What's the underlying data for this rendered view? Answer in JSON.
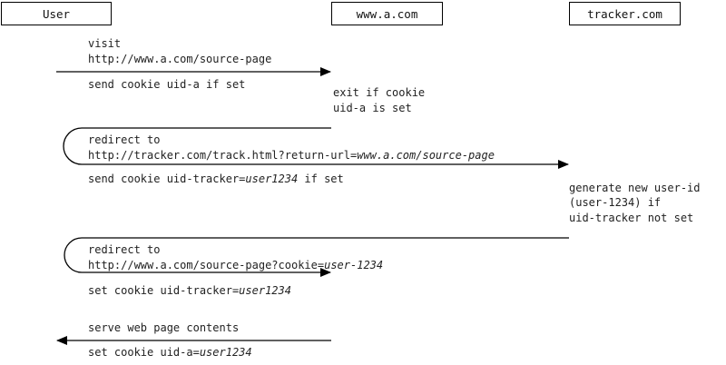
{
  "participants": {
    "user": "User",
    "site": "www.a.com",
    "tracker": "tracker.com"
  },
  "messages": [
    {
      "lines": [
        "visit",
        "http://www.a.com/source-page"
      ],
      "note": "send cookie uid-a if set"
    },
    {
      "lines": [
        "redirect to"
      ],
      "url_prefix": "http://tracker.com/track.html?return-url=",
      "url_value": "www.a.com/source-page",
      "note_prefix": "send cookie uid-tracker=",
      "note_value": "user1234",
      "note_suffix": " if set"
    },
    {
      "lines": [
        "redirect to"
      ],
      "url_prefix": "http://www.a.com/source-page?cookie=",
      "url_value": "user-1234",
      "note_prefix": "set cookie uid-tracker=",
      "note_value": "user1234"
    },
    {
      "lines": [
        "serve web page contents"
      ],
      "note_prefix": "set cookie uid-a=",
      "note_value": "user1234"
    }
  ],
  "site_note": [
    "exit if cookie",
    "uid-a is set"
  ],
  "tracker_note": [
    "generate new user-id",
    "(user-1234) if",
    "uid-tracker not set"
  ]
}
